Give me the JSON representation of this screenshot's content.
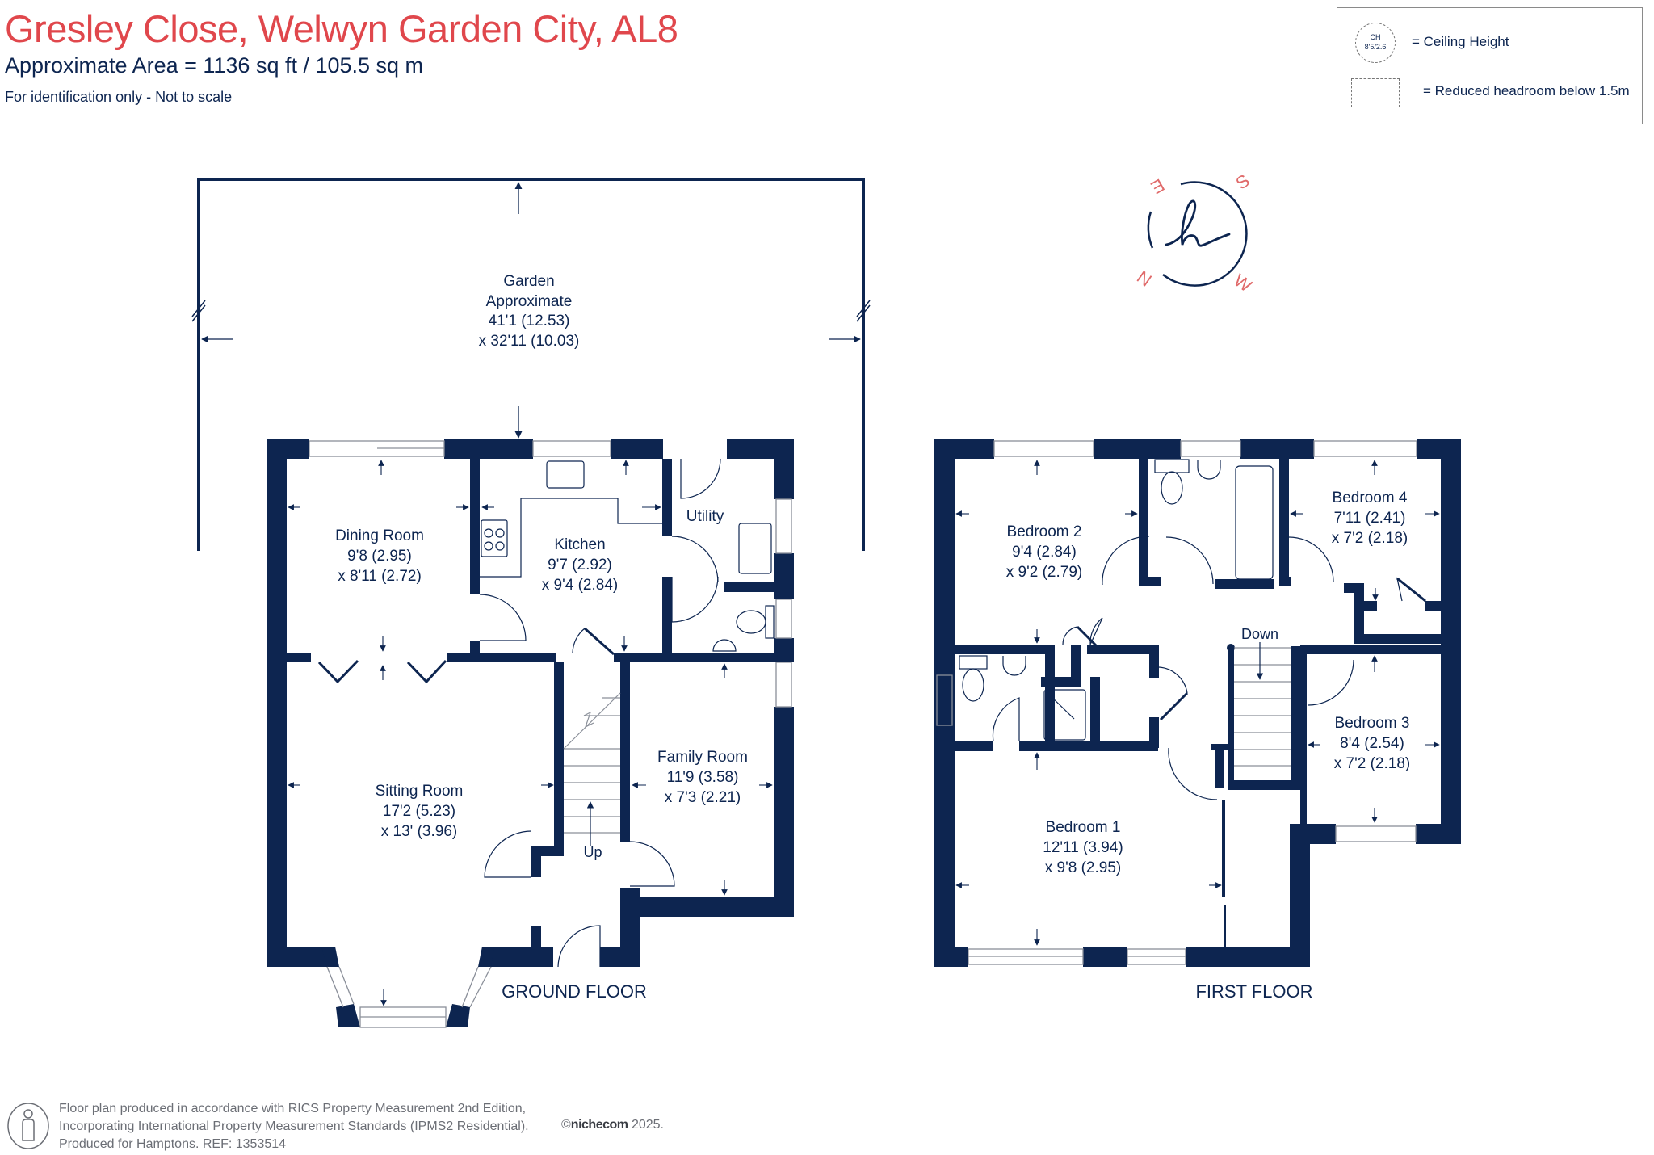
{
  "header": {
    "title": "Gresley Close, Welwyn Garden City, AL8",
    "area_label": "Approximate Area = 1136  sq ft / 105.5  sq m",
    "note": "For identification only - Not to scale"
  },
  "legend": {
    "ceiling_badge_top": "CH",
    "ceiling_badge_bottom": "8'5/2.6",
    "ceiling_label": "= Ceiling Height",
    "headroom_label": "= Reduced headroom below 1.5m"
  },
  "compass": {
    "north": "N",
    "south": "S",
    "east": "E",
    "west": "W"
  },
  "garden": {
    "name": "Garden",
    "qualifier": "Approximate",
    "dim1": "41'1 (12.53)",
    "dim2": "x 32'11 (10.03)"
  },
  "ground_floor": {
    "label": "GROUND FLOOR",
    "rooms": [
      {
        "name": "Dining Room",
        "dim1": "9'8 (2.95)",
        "dim2": "x 8'11 (2.72)"
      },
      {
        "name": "Kitchen",
        "dim1": "9'7 (2.92)",
        "dim2": "x 9'4 (2.84)"
      },
      {
        "name": "Utility",
        "dim1": "",
        "dim2": ""
      },
      {
        "name": "Sitting Room",
        "dim1": "17'2 (5.23)",
        "dim2": "x 13' (3.96)"
      },
      {
        "name": "Family Room",
        "dim1": "11'9 (3.58)",
        "dim2": "x 7'3 (2.21)"
      }
    ],
    "stairs_label": "Up"
  },
  "first_floor": {
    "label": "FIRST FLOOR",
    "rooms": [
      {
        "name": "Bedroom 2",
        "dim1": "9'4 (2.84)",
        "dim2": "x 9'2 (2.79)"
      },
      {
        "name": "Bedroom 4",
        "dim1": "7'11 (2.41)",
        "dim2": "x 7'2 (2.18)"
      },
      {
        "name": "Bedroom 3",
        "dim1": "8'4 (2.54)",
        "dim2": "x 7'2 (2.18)"
      },
      {
        "name": "Bedroom 1",
        "dim1": "12'11 (3.94)",
        "dim2": "x 9'8 (2.95)"
      }
    ],
    "stairs_label": "Down"
  },
  "footer": {
    "line1": "Floor plan produced in accordance with RICS Property Measurement 2nd Edition,",
    "line2": "Incorporating International Property Measurement Standards (IPMS2 Residential).",
    "line3": "Produced for Hamptons.  REF:  1353514",
    "copyright_symbol": "©",
    "brand": "nichecom",
    "year": "2025."
  },
  "colors": {
    "wall": "#0d2550",
    "title": "#e0474c",
    "compass_letters": "#e06a6a",
    "footer_text": "#6b6e75"
  }
}
